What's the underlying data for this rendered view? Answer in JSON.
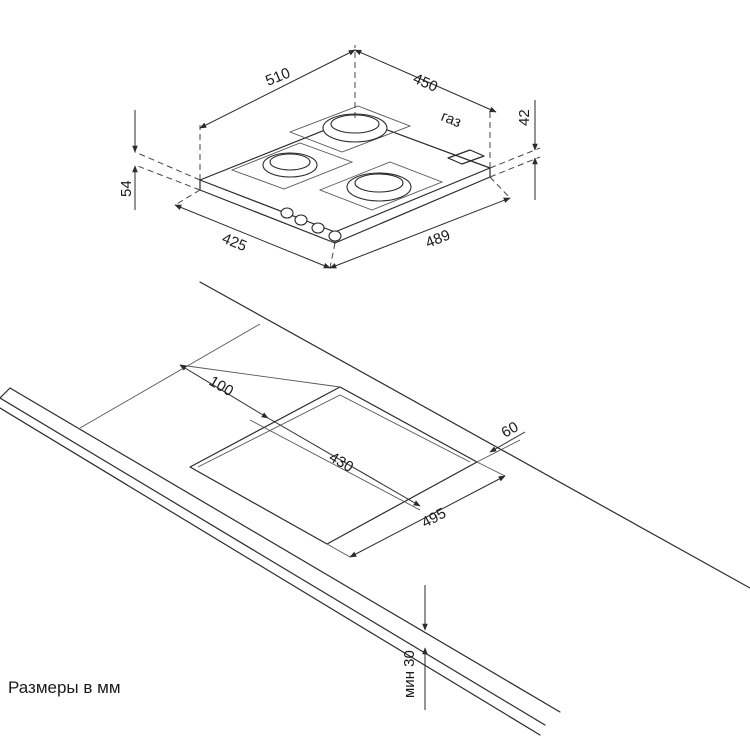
{
  "diagram": {
    "hob": {
      "width": "510",
      "depth": "450",
      "height_side": "42",
      "height_front": "54",
      "base_width": "425",
      "base_depth": "489",
      "gas_label": "газ"
    },
    "cutout": {
      "offset_back": "100",
      "width": "430",
      "depth": "495",
      "edge": "60",
      "min_thickness": "мин 30"
    },
    "caption": "Размеры в мм"
  }
}
